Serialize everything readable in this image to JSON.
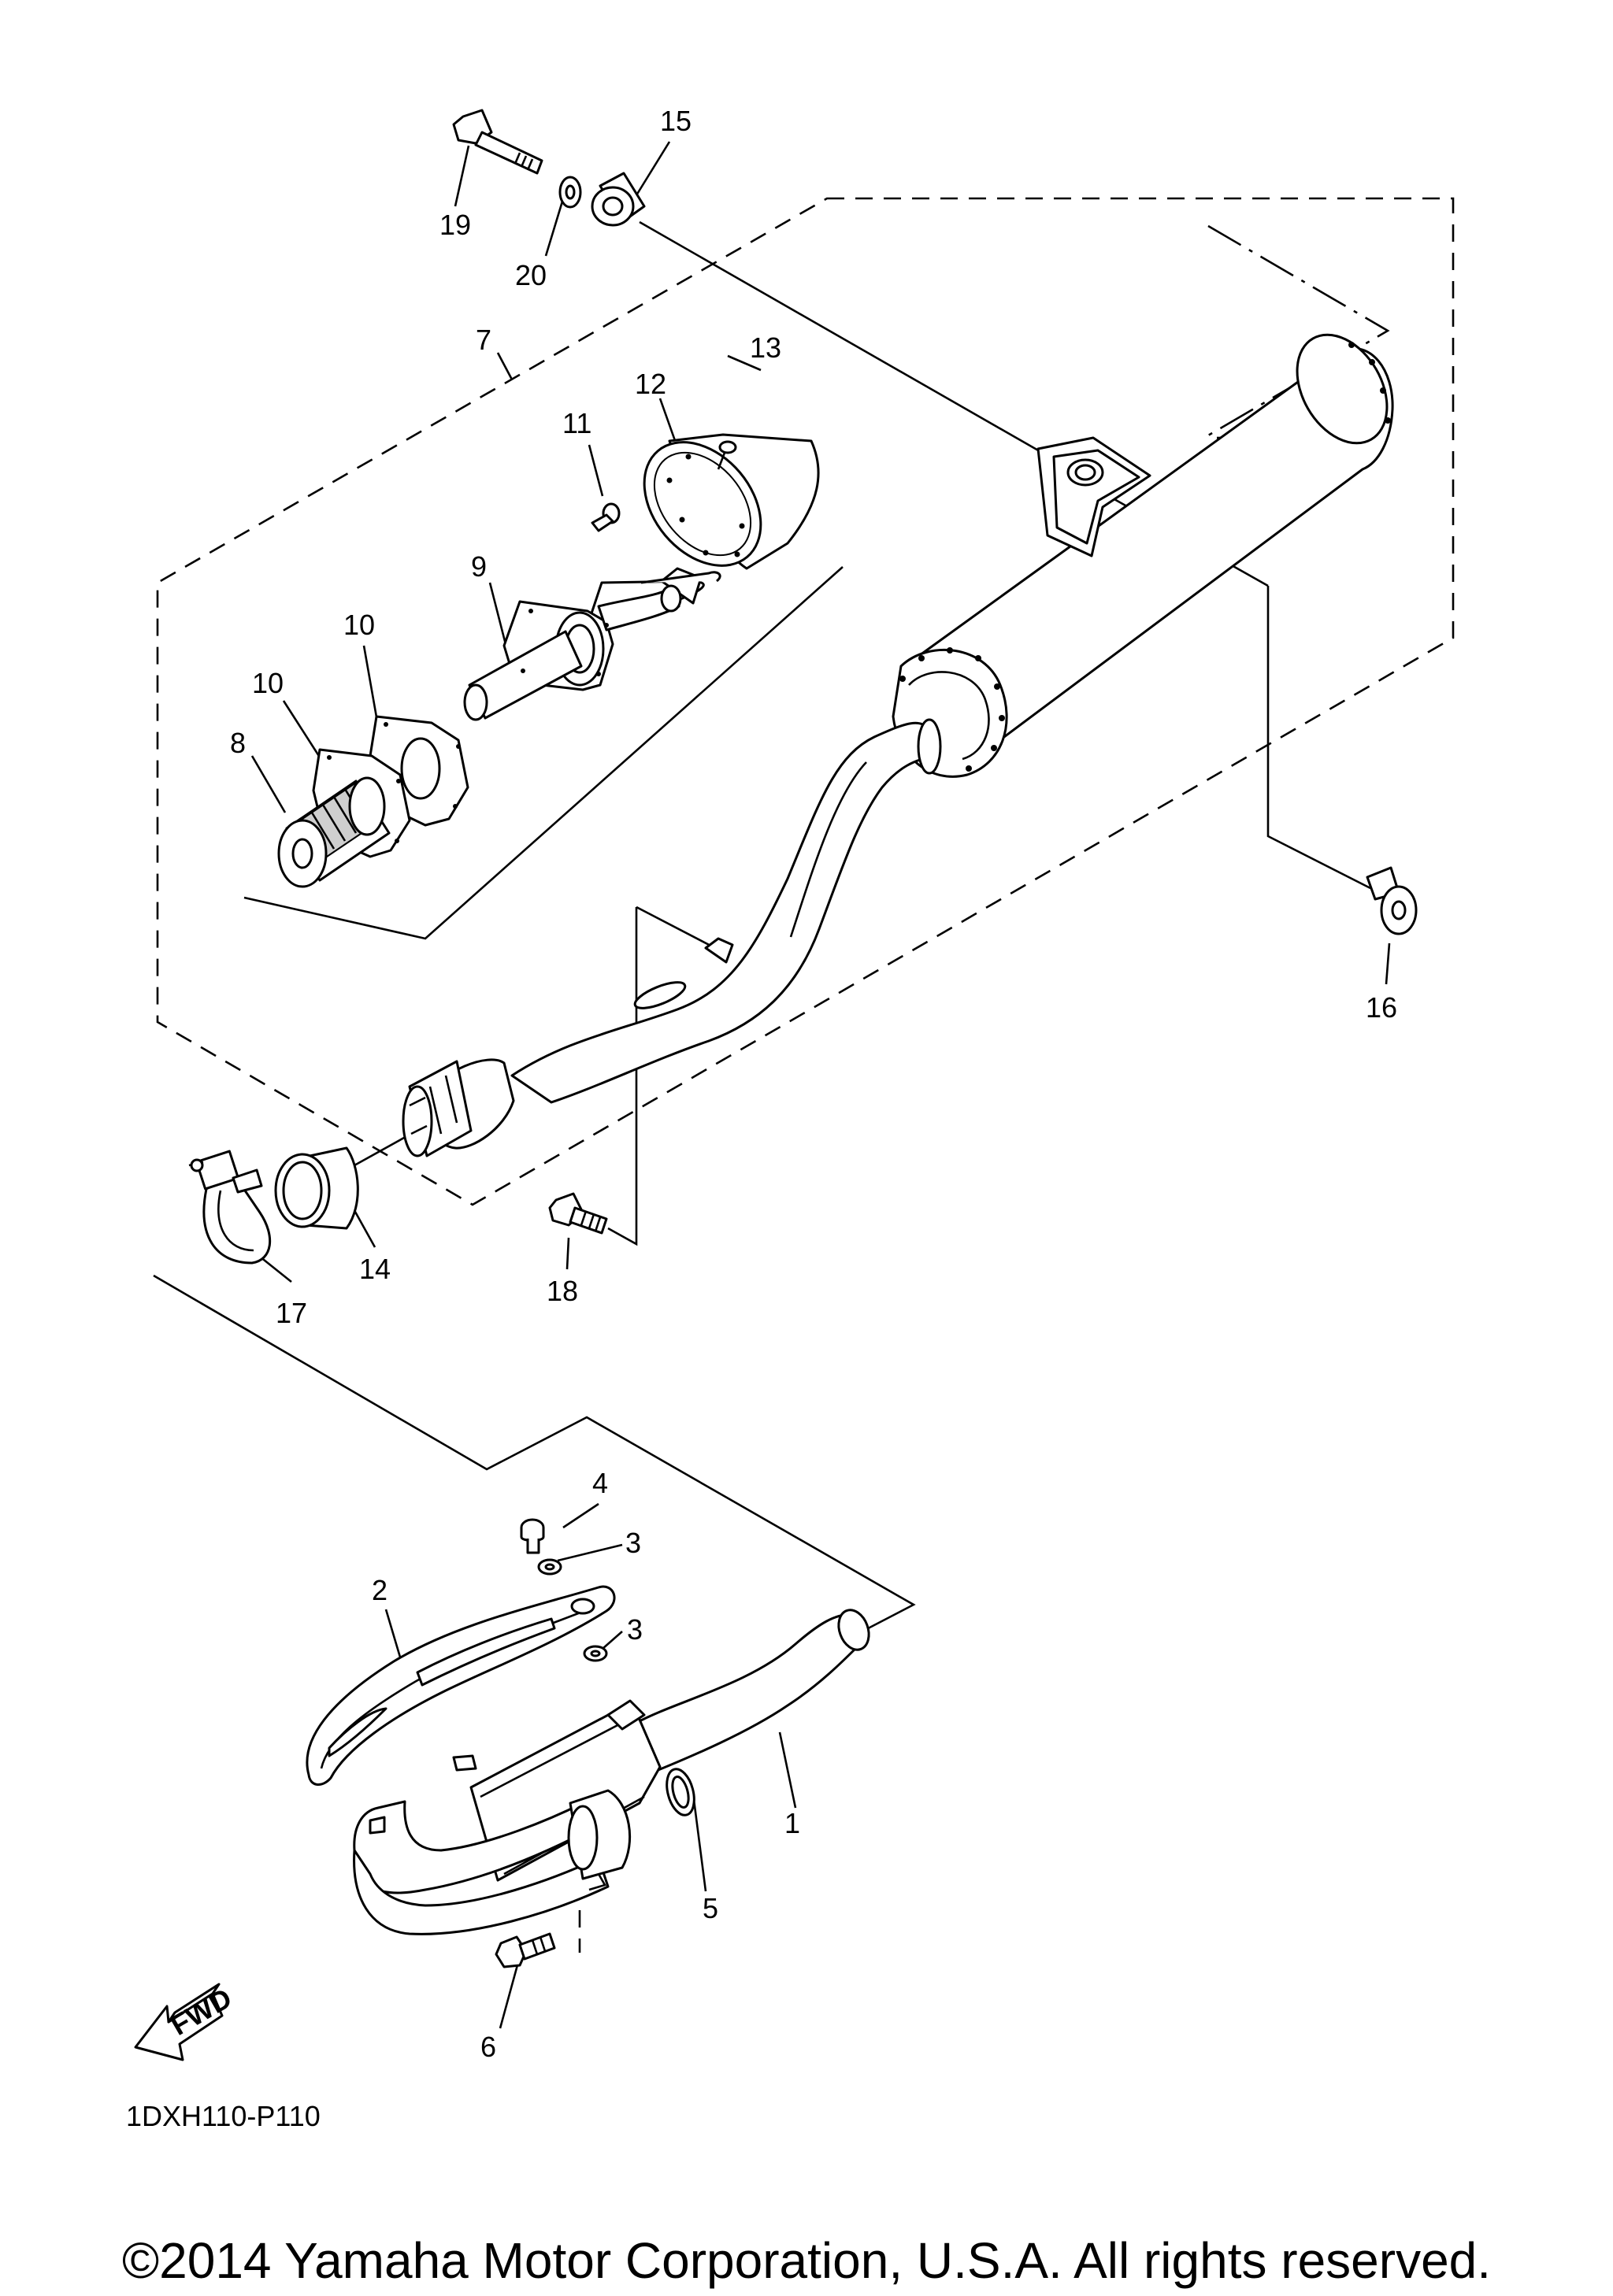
{
  "diagram_code": "1DXH110-P110",
  "fwd_arrow_text": "FWD",
  "copyright": "©2014 Yamaha Motor Corporation, U.S.A. All rights reserved.",
  "callouts": [
    "1",
    "2",
    "3",
    "3",
    "4",
    "5",
    "6",
    "7",
    "8",
    "9",
    "10",
    "10",
    "11",
    "12",
    "13",
    "14",
    "15",
    "16",
    "17",
    "18",
    "19",
    "20"
  ]
}
